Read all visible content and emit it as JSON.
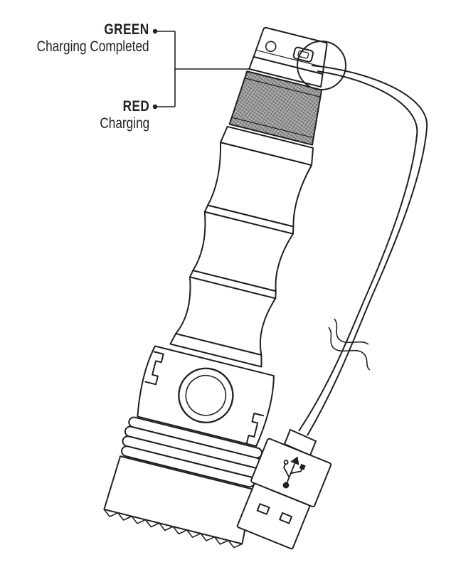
{
  "indicators": [
    {
      "title": "GREEN",
      "description": "Charging Completed",
      "color": "#231f20"
    },
    {
      "title": "RED",
      "description": "Charging",
      "color": "#231f20"
    }
  ],
  "icons": {
    "usb_symbol": "usb-icon",
    "flashlight": "flashlight-icon",
    "cable": "usb-cable-icon"
  },
  "colors": {
    "stroke": "#231f20",
    "background": "#ffffff",
    "knurl": "#777777"
  }
}
